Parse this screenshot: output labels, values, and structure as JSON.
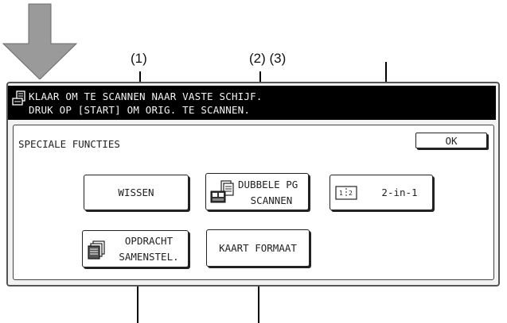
{
  "callouts": {
    "c1": "(1)",
    "c23": "(2) (3)"
  },
  "header": {
    "line1": "KLAAR OM TE SCANNEN NAAR VASTE SCHIJF.",
    "line2": "DRUK OP [START] OM ORIG. TE SCANNEN."
  },
  "section_title": "SPECIALE FUNCTIES",
  "ok_label": "OK",
  "buttons": {
    "wissen": "WISSEN",
    "dubbele_1": "DUBBELE PG",
    "dubbele_2": "SCANNEN",
    "two_in_one": "2-in-1",
    "two_in_one_icon_text": "1│2",
    "opdracht_1": "OPDRACHT",
    "opdracht_2": "SAMENSTEL.",
    "kaart": "KAART FORMAAT"
  },
  "icons": {
    "header": "scanner-document-icon",
    "arrow": "down-arrow-icon"
  }
}
